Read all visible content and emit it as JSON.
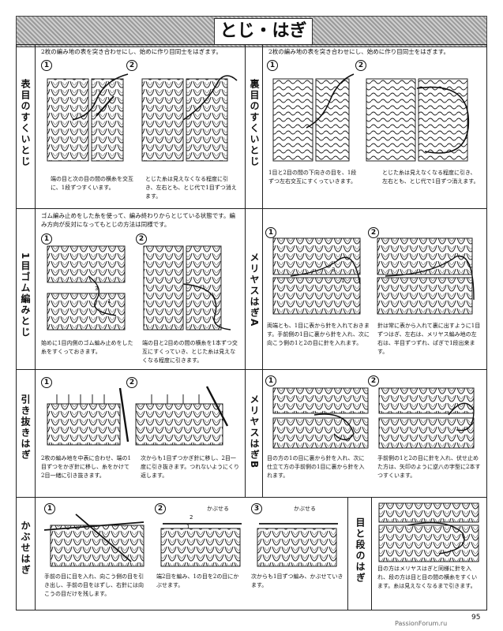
{
  "header": {
    "title": "とじ・はぎ"
  },
  "sections": {
    "front_sukui": {
      "label": "表目のすくいとじ",
      "note": "2枚の編み地の表を突き合わせにし、始めに作り目同士をはぎます。",
      "steps": [
        "1",
        "2"
      ],
      "captions": [
        "端の目と次の目の間の横糸を交互に、1段ずつすくいます。",
        "とじた糸は見えなくなる程度に引き、左右とも、とじ代で1目ずつ消えます。"
      ]
    },
    "back_sukui": {
      "label": "裏目のすくいとじ",
      "note": "2枚の編み地の表を突き合わせにし、始めに作り目同士をはぎます。",
      "steps": [
        "1",
        "2"
      ],
      "captions": [
        "1目と2目の間の下向きの目を、1段ずつ左右交互にすくっていきます。",
        "とじた糸は見えなくなる程度に引き、左右とも、とじ代で1目ずつ消えます。"
      ]
    },
    "rib_toji": {
      "label": "1目ゴム編みとじ",
      "note": "ゴム編み止めをした糸を使って、編み終わりからとじている状態です。編み方向が反対になってもとじの方法は同様です。",
      "steps": [
        "1",
        "2"
      ],
      "marks": [
        "3",
        "1"
      ],
      "captions": [
        "始めに1目内側のゴム編み止めをした糸をすくっておきます。",
        "端の目と2目めの間の横糸を1本ずつ交互にすくっていき、とじた糸は見えなくなる程度に引きます。"
      ]
    },
    "meriyasu_a": {
      "label": "メリヤスはぎA",
      "steps": [
        "1",
        "2"
      ],
      "marks": [
        "3",
        "1"
      ],
      "captions": [
        "両端とも、1目に表から針を入れておきます。手前側の1目に裏から針を入れ、次に向こう側の1と2の目に針を入れます。",
        "針は常に表から入れて裏に出すように1目ずつはぎ、左右は、メリヤス編み地の左右は、半目ずつずれ、ぱぎで1段出来ます。"
      ]
    },
    "hikinuki": {
      "label": "引き抜きはぎ",
      "steps": [
        "1",
        "2"
      ],
      "captions": [
        "2枚の編み地を中表に合わせ、端の1目ずつをかぎ針に移し、糸をかけて2目一緒に引き抜きます。",
        "次からも1目ずつかぎ針に移し、2目一度に引き抜きます。つれないようにくり返します。"
      ]
    },
    "meriyasu_b": {
      "label": "メリヤスはぎB",
      "steps": [
        "1",
        "2"
      ],
      "captions": [
        "目の方の1の目に裏から針を入れ、次に仕立て方の手前側の1目に裏から針を入れます。",
        "手前側の1と2の目に針を入れ、伏せ止めた方は、矢印のように逆八の字型に2本すつすくいます。"
      ]
    },
    "kabuse": {
      "label": "かぶせはぎ",
      "steps": [
        "1",
        "2",
        "3"
      ],
      "tags": [
        "かぶせる",
        "かぶせる"
      ],
      "marks": [
        "2",
        "1"
      ],
      "captions": [
        "手前の目に目を入れ、向こう側の目を引き出し、手前の目をはずし、右針には向こうの目だけを残します。",
        "端2目を編み、1の目を2の目にかぶせます。",
        "次からも1目ずつ編み、かぶせていきます。"
      ]
    },
    "me_to_dan": {
      "label": "目と段のはぎ",
      "caption": "目の方はメリヤスはぎと同様に針を入れ、段の方は目と目の間の横糸をすくいます。糸は見えなくなるまで引きます。"
    }
  },
  "footer": {
    "page_number": "95",
    "watermark": "PassionForum.ru"
  }
}
